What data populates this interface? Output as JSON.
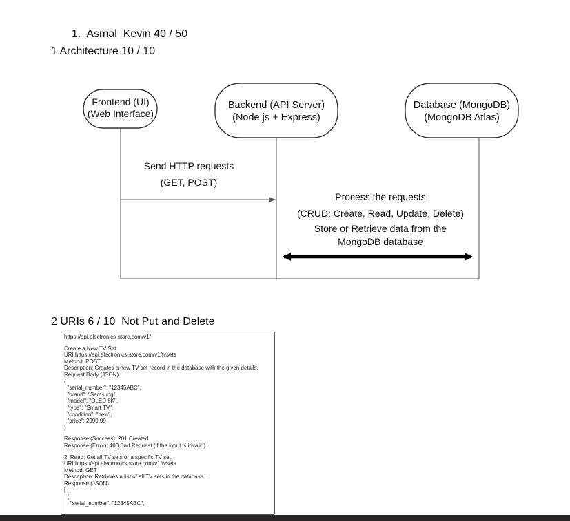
{
  "header": {
    "student_line": "1.  Asmal  Kevin 40 / 50",
    "architecture_heading": "1 Architecture 10 / 10"
  },
  "diagram": {
    "actors": [
      {
        "lines": [
          "Frontend (UI)",
          "(Web Interface)"
        ]
      },
      {
        "lines": [
          "Backend (API Server)",
          "(Node.js + Express)"
        ]
      },
      {
        "lines": [
          "Database (MongoDB)",
          "(MongoDB Atlas)"
        ]
      }
    ],
    "message_1": {
      "lines": [
        "Send HTTP requests",
        "(GET, POST)"
      ]
    },
    "message_2": {
      "lines": [
        "Process the requests",
        "(CRUD: Create, Read, Update, Delete)",
        "Store or Retrieve data from the",
        "MongoDB database"
      ]
    },
    "colors": {
      "line": "#555555",
      "arrow_bold": "#000000"
    }
  },
  "uris_heading": "2 URIs 6 / 10  Not Put and Delete",
  "uri_doc": {
    "lines": [
      "https://api.electronics-store.com/v1/",
      "",
      "Create a New TV Set",
      "URI:https://api.electronics-store.com/v1/tvsets",
      "Method: POST",
      "Description: Creates a new TV set record in the database with the given details.",
      "Request Body (JSON):",
      "{",
      "  \"serial_number\": \"12345ABC\",",
      "  \"brand\": \"Samsung\",",
      "  \"model\": \"QLED 8K\",",
      "  \"type\": \"Smart TV\",",
      "  \"condition\": \"new\",",
      "  \"price\": 2999.99",
      "}",
      "",
      "Response (Success): 201 Created",
      "Response (Error): 400 Bad Request (if the input is invalid)",
      "",
      "2. Read: Get all TV sets or a specific TV set.",
      "URI:https://api.electronics-store.com/v1/tvsets",
      "Method: GET",
      "Description: Retrieves a list of all TV sets in the database.",
      "Response (JSON)",
      "[",
      "  {",
      "    \"serial_number\": \"12345ABC\","
    ]
  }
}
